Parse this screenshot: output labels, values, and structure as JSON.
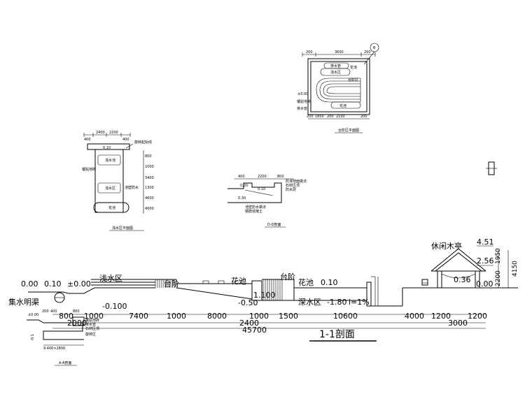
{
  "section": {
    "title": "1-1剖面",
    "labels": {
      "shallow": "浅水区",
      "steps1": "台阶",
      "flower1": "花池",
      "steps2": "台阶",
      "flower2": "花池",
      "deep": "深水区",
      "ditch": "集水明渠",
      "pavilion": "休闲木亭",
      "slope": "i=1%"
    },
    "elev": {
      "e1": "0.00",
      "e2": "0.10",
      "e3": "±0.00",
      "e4": "-0.100",
      "e5": "1.100",
      "e6": "-0.50",
      "e7": "-1.80",
      "e8": "0.10",
      "e9": "4.51",
      "e10": "2.56",
      "e11": "0.36",
      "e12": "0.00"
    },
    "dims_top": {
      "d1": "800",
      "d2": "1000",
      "d3": "7400",
      "d4": "1000",
      "d5": "8000",
      "d6": "1000",
      "d7": "1500",
      "d8": "10600",
      "d9": "4000",
      "d10": "1200",
      "d11": "1200"
    },
    "dims_bot": {
      "b1": "2000",
      "b2": "2400",
      "b3": "3000",
      "total": "45700"
    },
    "dims_right": {
      "r1": "1950",
      "r2": "2200",
      "r3": "4150"
    }
  },
  "plan_shallow": {
    "title": "浅水区平面图",
    "dims": [
      "400",
      "2400",
      "2200",
      "400"
    ],
    "labels": [
      "浅水池",
      "浅水区",
      "花池",
      "镶贴地砖",
      "池壁防水",
      "旋转起始线"
    ],
    "elev": "0.10",
    "side_dims": [
      "800",
      "1000",
      "3400",
      "1300",
      "4600",
      "4000"
    ]
  },
  "plan_step": {
    "title": "台阶区平面图",
    "dims_top": [
      "200",
      "3600",
      "200"
    ],
    "dims_bot": [
      "200",
      "1800",
      "200",
      "2100",
      "200"
    ],
    "labels": [
      "排水管",
      "浅水区",
      "花池",
      "台阶区",
      "镶贴地砖",
      "排水管",
      "花池"
    ],
    "elev": "±0.00",
    "marker": "B"
  },
  "section_dd": {
    "title": "D-D剖面",
    "dims": [
      "400",
      "2200",
      "800"
    ],
    "labels": [
      "防滑地面做法",
      "石材压顶",
      "防水层",
      "池壁防水做法",
      "钢筋混凝土"
    ],
    "elev": [
      "0.20",
      "0.10",
      "0.30"
    ]
  },
  "section_aa": {
    "title": "A-A剖面",
    "dims": [
      "200",
      "400",
      "800",
      "200",
      "9.400×2800"
    ],
    "labels": [
      "镶贴地砖",
      "排水管",
      "石材压顶",
      "旋转区"
    ],
    "elev": [
      "±0.00",
      "-0.1"
    ]
  }
}
